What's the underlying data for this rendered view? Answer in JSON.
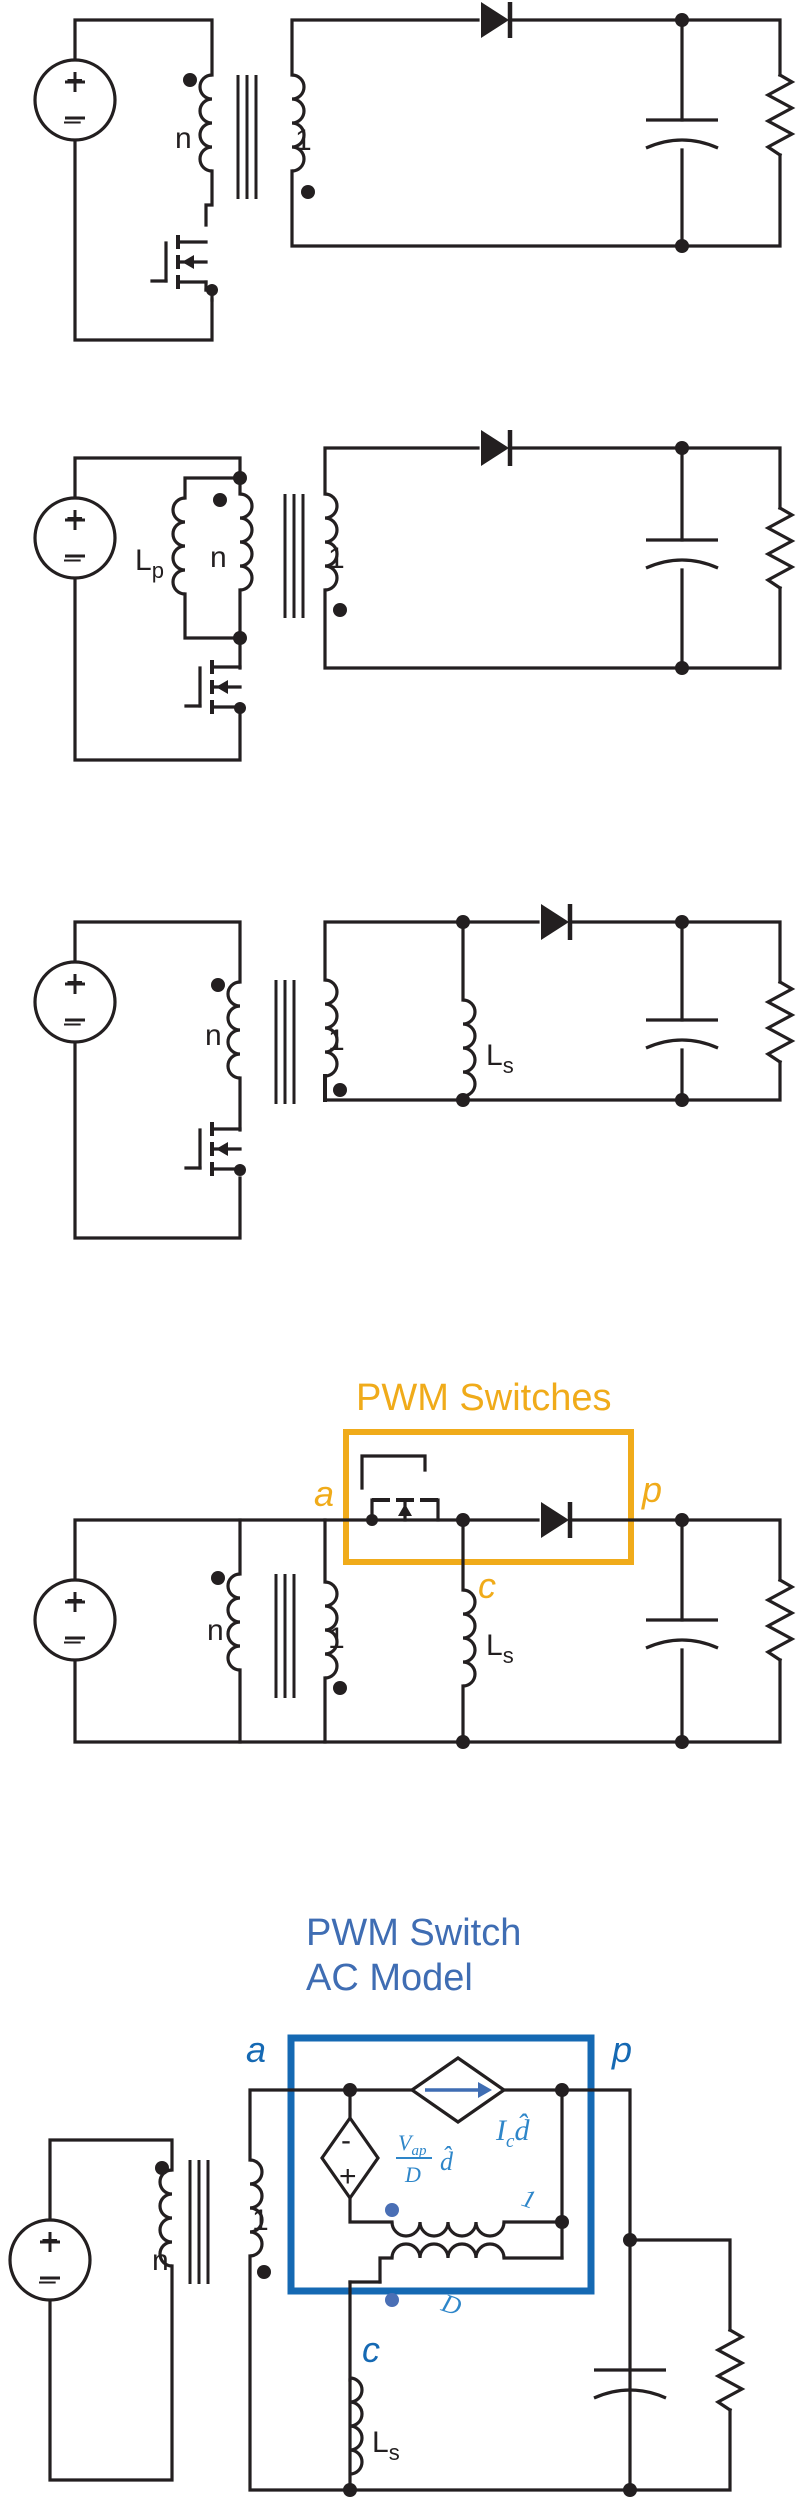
{
  "labels": {
    "n": "n",
    "one": "1",
    "Lp": "L",
    "Lp_sub": "p",
    "Ls": "L",
    "Ls_sub": "s",
    "plus": "+",
    "minus": "–"
  },
  "panel4": {
    "title": "PWM Switches",
    "node_a": "a",
    "node_p": "p",
    "node_c": "c"
  },
  "panel5": {
    "title_line1": "PWM Switch",
    "title_line2": "AC Model",
    "node_a": "a",
    "node_p": "p",
    "node_c": "c",
    "src_minus": "-",
    "src_plus": "+",
    "v_num": "V",
    "v_num_sub": "ap",
    "v_den": "D",
    "d_hat": "d̂",
    "i_c": "I",
    "i_c_sub": "c",
    "winding_top": "1",
    "winding_bottom": "D"
  },
  "colors": {
    "wire": "#231f20",
    "switch_box": "#f0ab1a",
    "model_box": "#1569b3",
    "model_text": "#2e86c9"
  }
}
